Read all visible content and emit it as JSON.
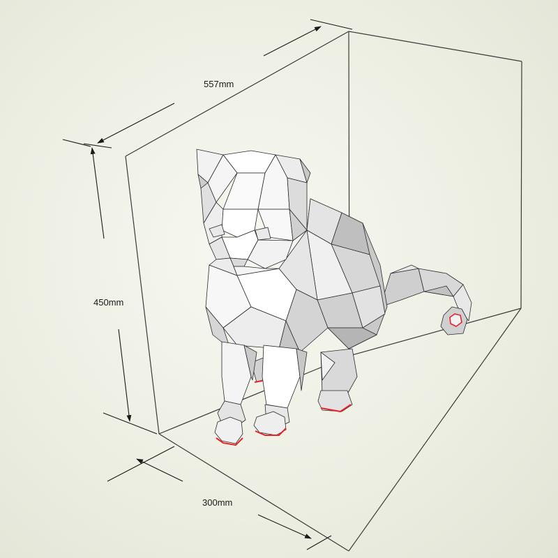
{
  "dimensions": {
    "depth": "557mm",
    "height": "450mm",
    "width": "300mm"
  },
  "colors": {
    "background": "#eeefe5",
    "box_line": "#3a3a3a",
    "dimension_line": "#1a1a1a",
    "model_fill": "#ffffff",
    "model_shade": "#bdbdbd",
    "model_edge": "#2a2a2a",
    "glue_edge": "#e8232a"
  },
  "subject": "low-poly-cat-papercraft-model"
}
